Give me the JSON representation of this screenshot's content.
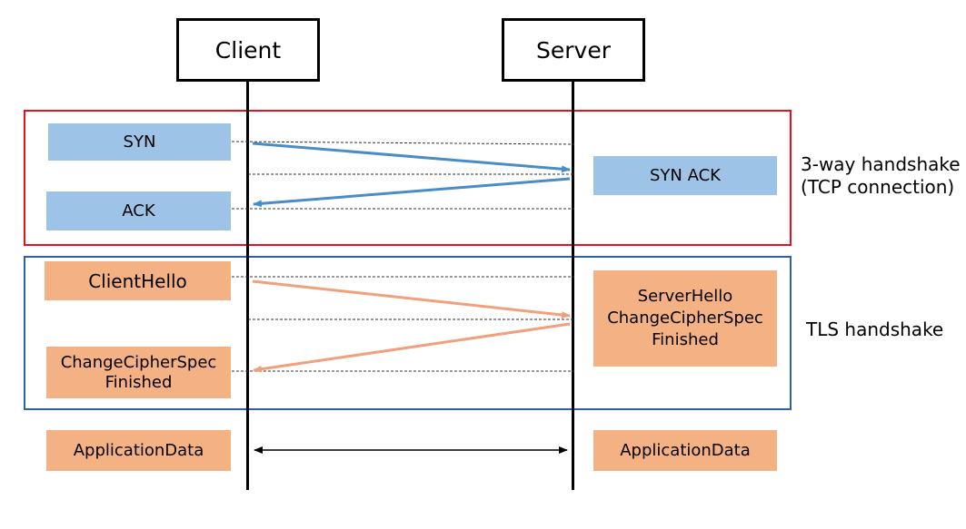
{
  "actors": {
    "client": "Client",
    "server": "Server"
  },
  "groups": {
    "tcp": {
      "label": "3-way handshake\n(TCP connection)",
      "color": "#e8101f"
    },
    "tls": {
      "label": "TLS handshake",
      "color": "#2e5fa8"
    }
  },
  "messages": {
    "syn": "SYN",
    "synack": "SYN ACK",
    "ack": "ACK",
    "clienthello": "ClientHello",
    "serverhello": "ServerHello\nChangeCipherSpec\nFinished",
    "client_finished": "ChangeCipherSpec\nFinished",
    "appdata_client": "ApplicationData",
    "appdata_server": "ApplicationData"
  },
  "colors": {
    "blue_box": "#9dc3e6",
    "orange_box": "#f4b183",
    "blue_arrow": "#4a8cc7",
    "orange_arrow": "#f0a07a"
  }
}
